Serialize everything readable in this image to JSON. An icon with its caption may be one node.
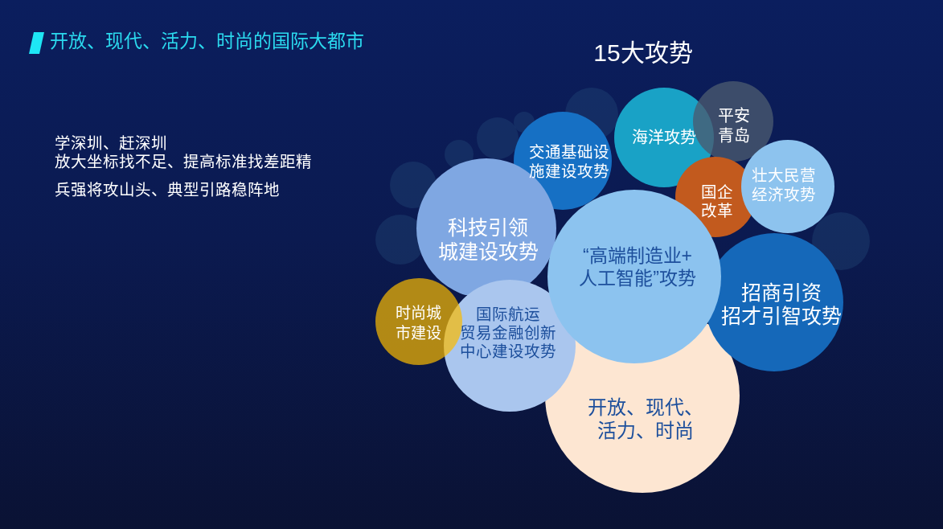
{
  "diagram": {
    "title": "开放、现代、活力、时尚的国际大都市",
    "nodes": [
      {
        "text": [
          "海洋攻势"
        ]
      },
      {
        "text": [
          "平安青岛"
        ]
      },
      {
        "text": [
          "交通基础设施建设攻势"
        ]
      },
      {
        "text": [
          "国企改革"
        ]
      },
      {
        "text": [
          "壮大民营经济攻势"
        ]
      },
      {
        "text": [
          "科技引领城建设攻势"
        ]
      },
      {
        "text": [
          "“高端制造业+人工智能”攻势"
        ]
      },
      {
        "text": [
          "招商引资招才引智攻势"
        ]
      },
      {
        "text": [
          "时尚城市建设"
        ]
      },
      {
        "text": [
          "国际航运贸易金融创新中心建设攻势"
        ]
      },
      {
        "text": [
          "开放、现代、活力、时尚"
        ]
      }
    ],
    "labels": [
      "15大攻势",
      "学深圳、赶深圳",
      "放大坐标找不足、提高标准找差距精",
      "兵强将攻山头、典型引路稳阵地"
    ]
  }
}
